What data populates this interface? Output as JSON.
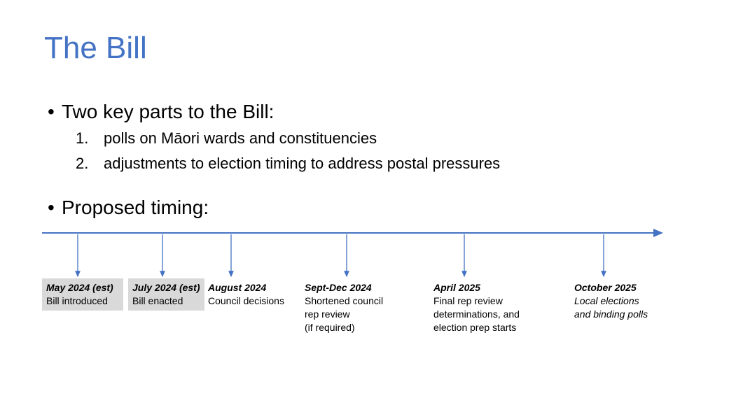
{
  "title": "The Bill",
  "bullets": [
    {
      "text": "Two key parts to the Bill:",
      "items": [
        "polls on Māori wards and constituencies",
        "adjustments to election timing to address postal pressures"
      ]
    },
    {
      "text": "Proposed timing:"
    }
  ],
  "timeline": [
    {
      "date": "May 2024 (est)",
      "lines": [
        "Bill introduced"
      ]
    },
    {
      "date": "July 2024 (est)",
      "lines": [
        "Bill enacted"
      ]
    },
    {
      "date": "August 2024",
      "lines": [
        "Council decisions"
      ]
    },
    {
      "date": "Sept-Dec 2024",
      "lines": [
        "Shortened council",
        "rep review",
        "(if required)"
      ]
    },
    {
      "date": "April 2025",
      "lines": [
        "Final rep review",
        "determinations, and",
        "election prep starts"
      ]
    },
    {
      "date": "October 2025",
      "lines": [
        "Local elections",
        "and binding polls"
      ]
    }
  ],
  "colors": {
    "accent": "#4472C4",
    "box": "#d9d9d9"
  }
}
